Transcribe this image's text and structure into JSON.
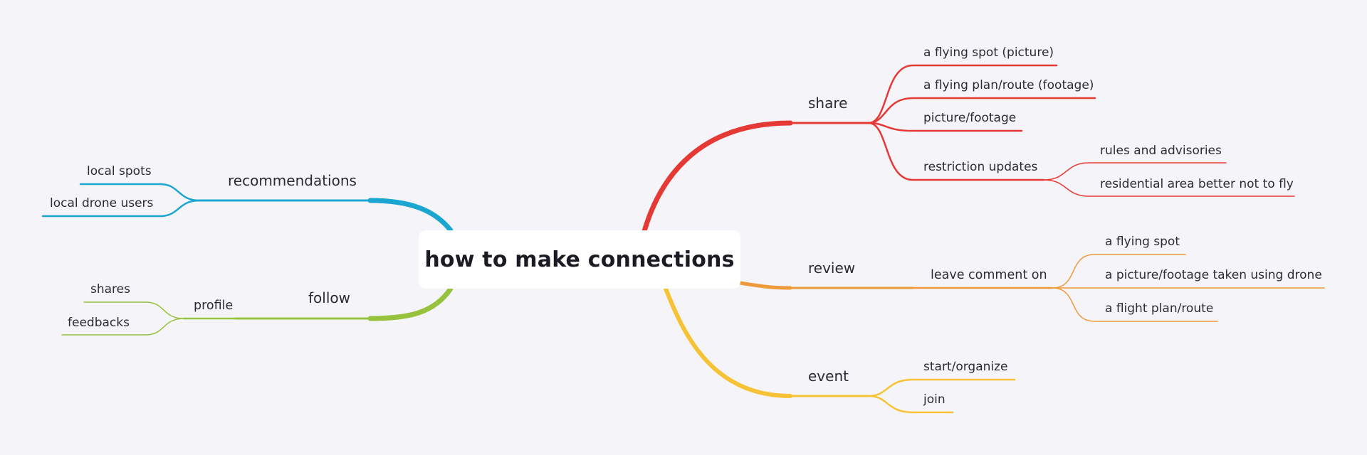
{
  "root": {
    "label": "how to make connections"
  },
  "colors": {
    "background": "#f5f5f9",
    "share": "#e53935",
    "review": "#ef9a3a",
    "event": "#f7c336",
    "recommendations": "#1ba6d1",
    "follow": "#97c23d"
  },
  "branches": {
    "share": {
      "label": "share",
      "children": [
        {
          "label": "a flying spot (picture)"
        },
        {
          "label": "a flying plan/route (footage)"
        },
        {
          "label": "picture/footage"
        },
        {
          "label": "restriction updates",
          "children": [
            {
              "label": "rules and advisories"
            },
            {
              "label": "residential area better not to fly"
            }
          ]
        }
      ]
    },
    "review": {
      "label": "review",
      "children": [
        {
          "label": "leave comment on",
          "children": [
            {
              "label": "a flying spot"
            },
            {
              "label": "a picture/footage taken using drone"
            },
            {
              "label": "a flight plan/route"
            }
          ]
        }
      ]
    },
    "event": {
      "label": "event",
      "children": [
        {
          "label": "start/organize"
        },
        {
          "label": "join"
        }
      ]
    },
    "recommendations": {
      "label": "recommendations",
      "children": [
        {
          "label": "local spots"
        },
        {
          "label": "local drone users"
        }
      ]
    },
    "follow": {
      "label": "follow",
      "children": [
        {
          "label": "profile",
          "children": [
            {
              "label": "shares"
            },
            {
              "label": "feedbacks"
            }
          ]
        }
      ]
    }
  }
}
